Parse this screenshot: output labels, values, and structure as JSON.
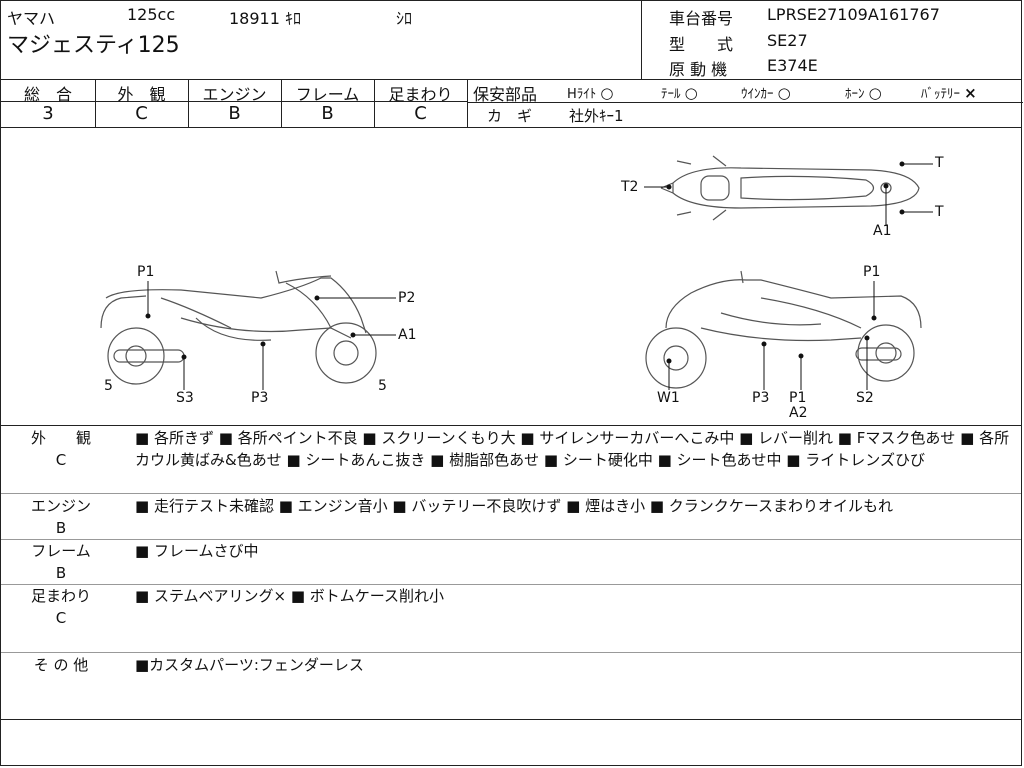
{
  "header": {
    "maker": "ヤマハ",
    "displacement": "125cc",
    "mileage": "18911",
    "mileage_unit": "ｷﾛ",
    "color": "ｼﾛ",
    "model_name": "マジェスティ125",
    "frame_no_label": "車台番号",
    "frame_no": "LPRSE27109A161767",
    "model_code_label": "型　　式",
    "model_code": "SE27",
    "engine_label": "原 動 機",
    "engine_code": "E374E"
  },
  "grades": [
    {
      "label": "総　合",
      "value": "3"
    },
    {
      "label": "外　観",
      "value": "C"
    },
    {
      "label": "エンジン",
      "value": "B"
    },
    {
      "label": "フレーム",
      "value": "B"
    },
    {
      "label": "足まわり",
      "value": "C"
    }
  ],
  "safety": {
    "label": "保安部品",
    "items": [
      {
        "name": "Hﾗｲﾄ",
        "status": "○"
      },
      {
        "name": "ﾃｰﾙ",
        "status": "○"
      },
      {
        "name": "ｳｲﾝｶｰ",
        "status": "○"
      },
      {
        "name": "ﾎｰﾝ",
        "status": "○"
      },
      {
        "name": "ﾊﾞｯﾃﾘｰ",
        "status": "×"
      }
    ],
    "key_label": "カ　ギ",
    "key_value": "社外ｷｰ1"
  },
  "diagram_labels": {
    "top_T1": "T",
    "top_T2": "T2",
    "top_T3": "T",
    "top_A1": "A1",
    "left_P1": "P1",
    "left_P2": "P2",
    "left_A1": "A1",
    "left_5a": "5",
    "left_S3": "S3",
    "left_P3": "P3",
    "left_5b": "5",
    "right_P1": "P1",
    "right_W1": "W1",
    "right_P3": "P3",
    "right_P1b": "P1",
    "right_A2": "A2",
    "right_S2": "S2"
  },
  "conditions": [
    {
      "label": "外　　観",
      "grade": "C",
      "text": "■ 各所きず ■ 各所ペイント不良 ■ スクリーンくもり大 ■ サイレンサーカバーへこみ中 ■ レバー削れ ■ Fマスク色あせ ■ 各所カウル黄ばみ&色あせ ■ シートあんこ抜き ■ 樹脂部色あせ ■ シート硬化中 ■ シート色あせ中 ■ ライトレンズひび"
    },
    {
      "label": "エンジン",
      "grade": "B",
      "text": "■ 走行テスト未確認 ■ エンジン音小 ■ バッテリー不良吹けず ■ 煙はき小 ■ クランクケースまわりオイルもれ"
    },
    {
      "label": "フレーム",
      "grade": "B",
      "text": "■ フレームさび中"
    },
    {
      "label": "足まわり",
      "grade": "C",
      "text": "■ ステムベアリング× ■ ボトムケース削れ小"
    },
    {
      "label": "そ の 他",
      "grade": "",
      "text": "■カスタムパーツ:フェンダーレス"
    }
  ]
}
